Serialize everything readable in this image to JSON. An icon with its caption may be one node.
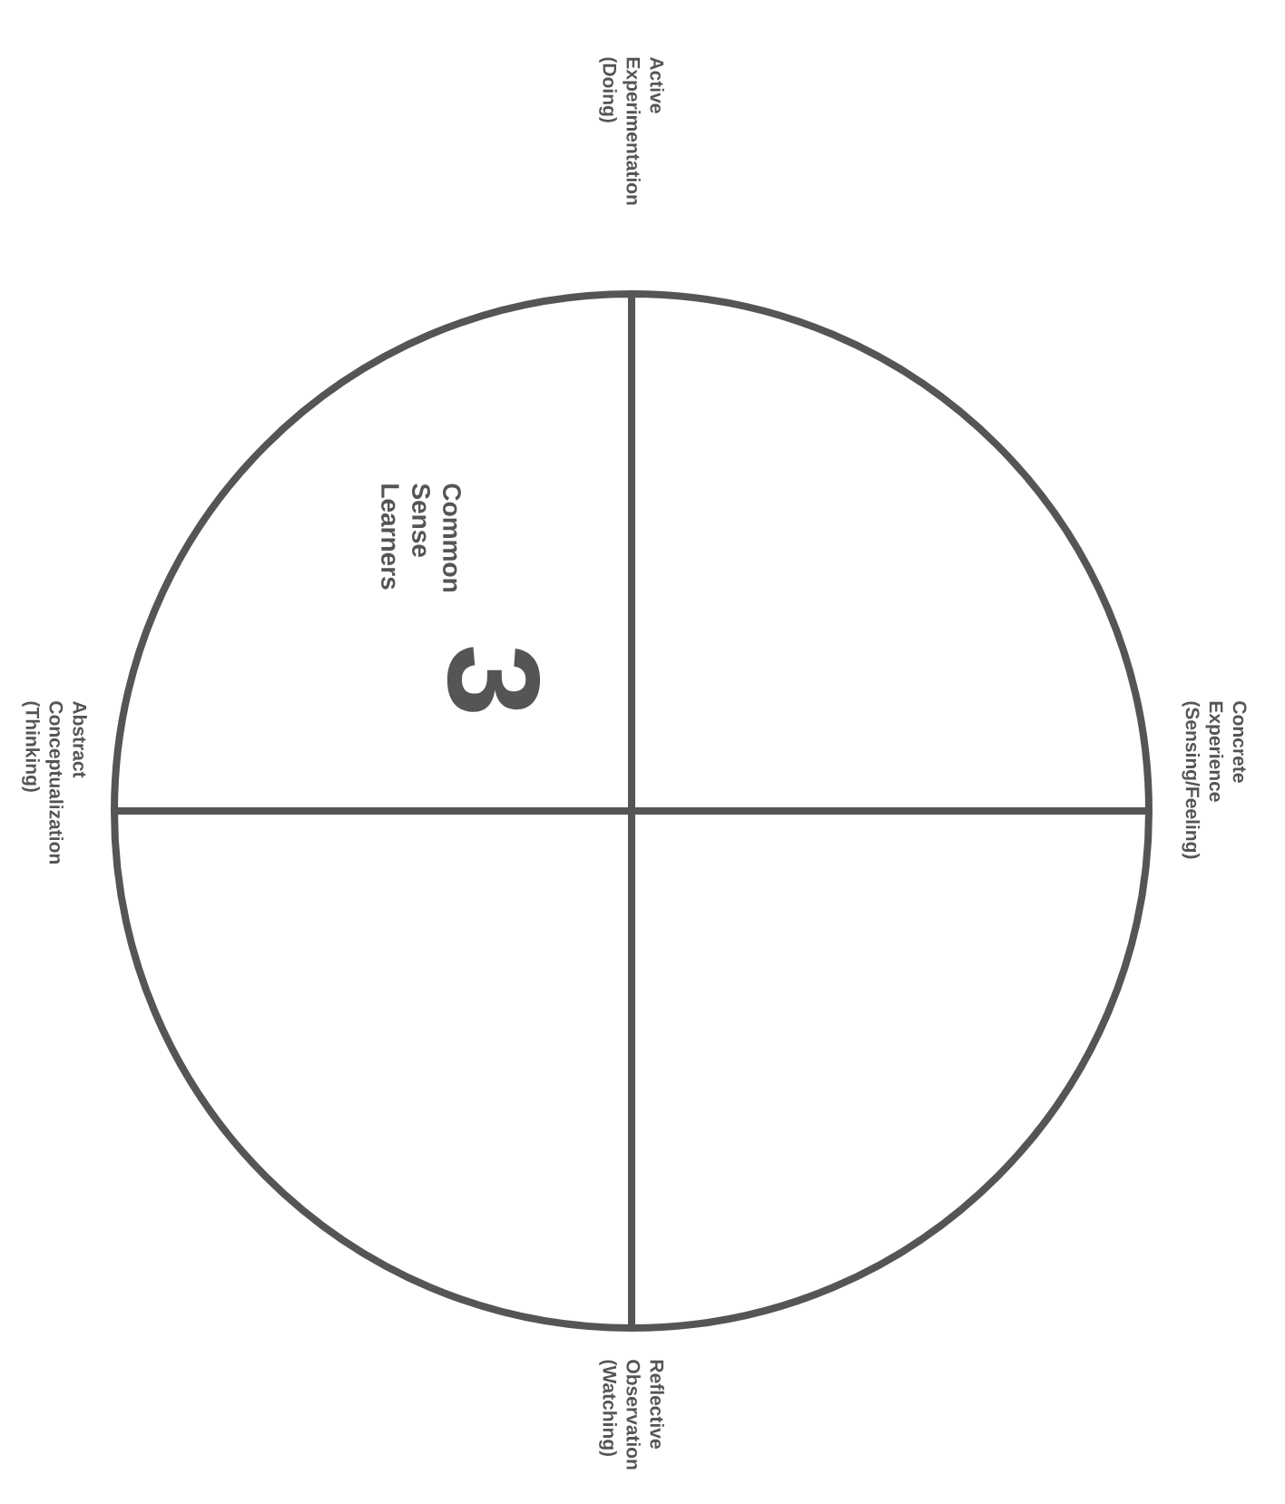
{
  "diagram": {
    "labels": [
      "Active Experimentation (Doing)",
      "Common Sense Learners",
      "3",
      "Abstract Conceptualization (Thinking)",
      "Concrete Experience (Sensing/Feeling)",
      "Reflective Observation (Watching)"
    ]
  }
}
